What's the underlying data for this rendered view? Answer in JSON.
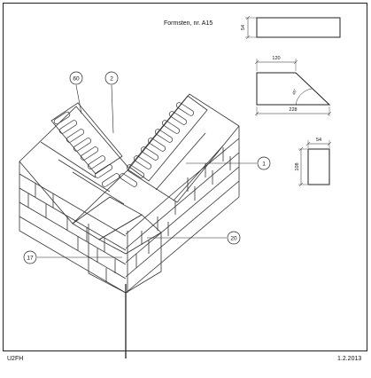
{
  "sheet": {
    "title": "Formsten, nr. A15",
    "drawing_code": "U2FH",
    "date": "1.2.2013"
  },
  "callouts": [
    {
      "id": "60"
    },
    {
      "id": "2"
    },
    {
      "id": "1"
    },
    {
      "id": "20"
    },
    {
      "id": "17"
    }
  ],
  "views": {
    "top": {
      "dim_height": "54"
    },
    "plan": {
      "dim_top": "120",
      "dim_bottom": "228",
      "angle": "45°"
    },
    "end": {
      "dim_width": "54",
      "dim_height": "108"
    }
  }
}
